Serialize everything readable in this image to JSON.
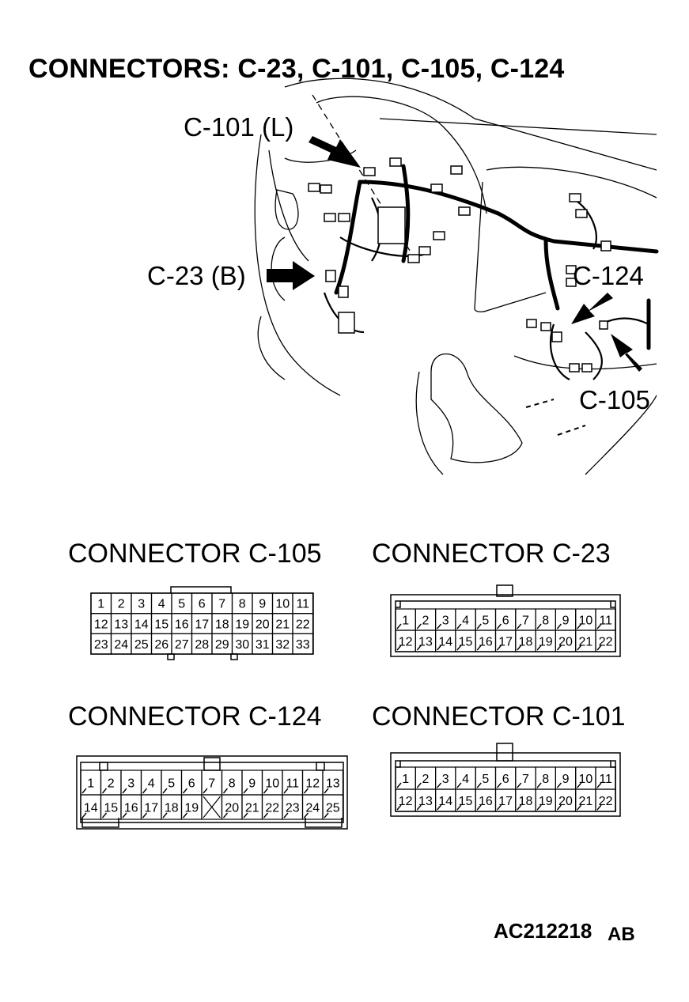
{
  "title": "CONNECTORS: C-23, C-101, C-105, C-124",
  "illustration": {
    "callouts": {
      "c101": "C-101 (L)",
      "c23": "C-23 (B)",
      "c124": "C-124",
      "c105": "C-105"
    }
  },
  "connectors": {
    "c105": {
      "title": "CONNECTOR C-105",
      "rows": [
        [
          "1",
          "2",
          "3",
          "4",
          "5",
          "6",
          "7",
          "8",
          "9",
          "10",
          "11"
        ],
        [
          "12",
          "13",
          "14",
          "15",
          "16",
          "17",
          "18",
          "19",
          "20",
          "21",
          "22"
        ],
        [
          "23",
          "24",
          "25",
          "26",
          "27",
          "28",
          "29",
          "30",
          "31",
          "32",
          "33"
        ]
      ]
    },
    "c23": {
      "title": "CONNECTOR C-23",
      "rows": [
        [
          "1",
          "2",
          "3",
          "4",
          "5",
          "6",
          "7",
          "8",
          "9",
          "10",
          "11"
        ],
        [
          "12",
          "13",
          "14",
          "15",
          "16",
          "17",
          "18",
          "19",
          "20",
          "21",
          "22"
        ]
      ]
    },
    "c124": {
      "title": "CONNECTOR C-124",
      "rows": [
        [
          "1",
          "2",
          "3",
          "4",
          "5",
          "6",
          "7",
          "8",
          "9",
          "10",
          "11",
          "12",
          "13"
        ],
        [
          "14",
          "15",
          "16",
          "17",
          "18",
          "19",
          "",
          "20",
          "21",
          "22",
          "23",
          "24",
          "25"
        ]
      ]
    },
    "c101": {
      "title": "CONNECTOR C-101",
      "rows": [
        [
          "1",
          "2",
          "3",
          "4",
          "5",
          "6",
          "7",
          "8",
          "9",
          "10",
          "11"
        ],
        [
          "12",
          "13",
          "14",
          "15",
          "16",
          "17",
          "18",
          "19",
          "20",
          "21",
          "22"
        ]
      ]
    }
  },
  "figure_id": "AC212218",
  "figure_suffix": "AB"
}
